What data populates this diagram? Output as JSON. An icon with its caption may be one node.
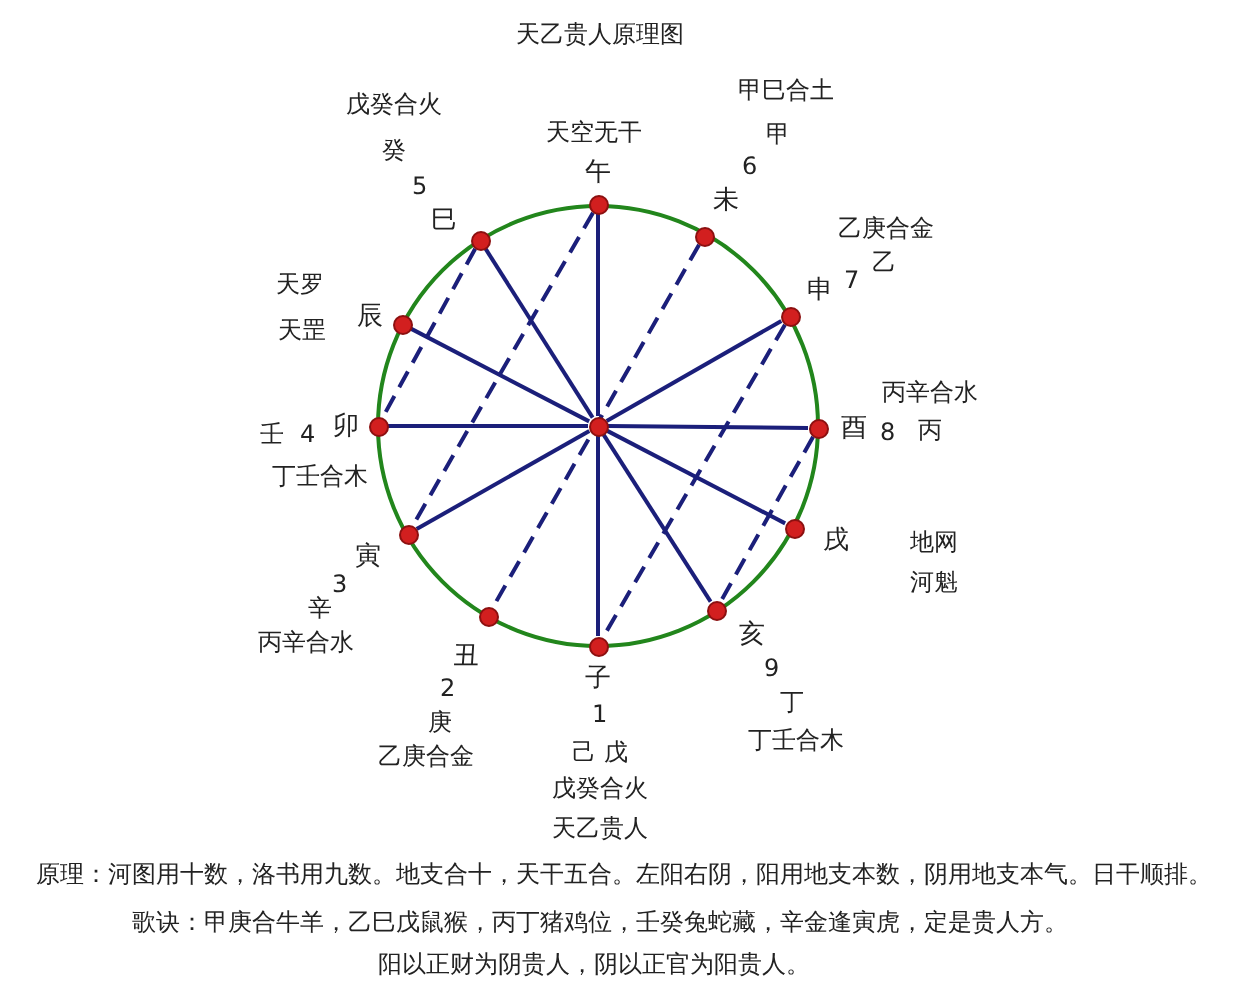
{
  "diagram": {
    "title": "天乙贵人原理图",
    "nodes": [
      {
        "text": [
          "子"
        ],
        "beside": [
          "1",
          "己 戊",
          "戊癸合火",
          "天乙贵人"
        ]
      },
      {
        "text": [
          "丑"
        ],
        "beside": [
          "2",
          "庚",
          "乙庚合金"
        ]
      },
      {
        "text": [
          "寅"
        ],
        "beside": [
          "3",
          "辛",
          "丙辛合水"
        ]
      },
      {
        "text": [
          "卯"
        ],
        "beside": [
          "壬",
          "4",
          "丁壬合木"
        ]
      },
      {
        "text": [
          "辰"
        ],
        "beside": [
          "天罗",
          "天罡"
        ]
      },
      {
        "text": [
          "巳"
        ],
        "beside": [
          "戊癸合火",
          "癸",
          "5"
        ]
      },
      {
        "text": [
          "午"
        ],
        "beside": [
          "天空无干"
        ]
      },
      {
        "text": [
          "未"
        ],
        "beside": [
          "甲巳合土",
          "甲",
          "6"
        ]
      },
      {
        "text": [
          "申"
        ],
        "beside": [
          "乙庚合金",
          "乙",
          "7"
        ]
      },
      {
        "text": [
          "酉"
        ],
        "beside": [
          "丙辛合水",
          "8",
          "丙"
        ]
      },
      {
        "text": [
          "戌"
        ],
        "beside": [
          "地网",
          "河魁"
        ]
      },
      {
        "text": [
          "亥"
        ],
        "beside": [
          "9",
          "丁",
          "丁壬合木"
        ]
      },
      {
        "text": [],
        "shape": "circle"
      }
    ],
    "edges": [
      {
        "from": 12,
        "to": 6,
        "arrow": "none"
      },
      {
        "from": 12,
        "to": 5,
        "arrow": "none"
      },
      {
        "from": 12,
        "to": 4,
        "arrow": "none"
      },
      {
        "from": 12,
        "to": 3,
        "arrow": "none"
      },
      {
        "from": 12,
        "to": 2,
        "arrow": "none"
      },
      {
        "from": 12,
        "to": 0,
        "arrow": "none"
      },
      {
        "from": 12,
        "to": 11,
        "arrow": "none"
      },
      {
        "from": 12,
        "to": 10,
        "arrow": "none"
      },
      {
        "from": 12,
        "to": 9,
        "arrow": "none"
      },
      {
        "from": 12,
        "to": 8,
        "arrow": "none"
      },
      {
        "from": 5,
        "to": 3,
        "arrow": "none",
        "style": "dashed"
      },
      {
        "from": 6,
        "to": 2,
        "arrow": "none",
        "style": "dashed"
      },
      {
        "from": 7,
        "to": 1,
        "arrow": "none",
        "style": "dashed"
      },
      {
        "from": 8,
        "to": 0,
        "arrow": "none",
        "style": "dashed"
      },
      {
        "from": 9,
        "to": 11,
        "arrow": "none",
        "style": "dashed"
      }
    ],
    "labels": [
      "原理：河图用十数，洛书用九数。地支合十，天干五合。左阳右阴，阳用地支本数，阴用地支本气。日干顺排。",
      "歌诀：甲庚合牛羊，乙巳戊鼠猴，丙丁猪鸡位，壬癸兔蛇藏，辛金逢寅虎，定是贵人方。",
      "阳以正财为阴贵人，阴以正官为阳贵人。"
    ]
  }
}
